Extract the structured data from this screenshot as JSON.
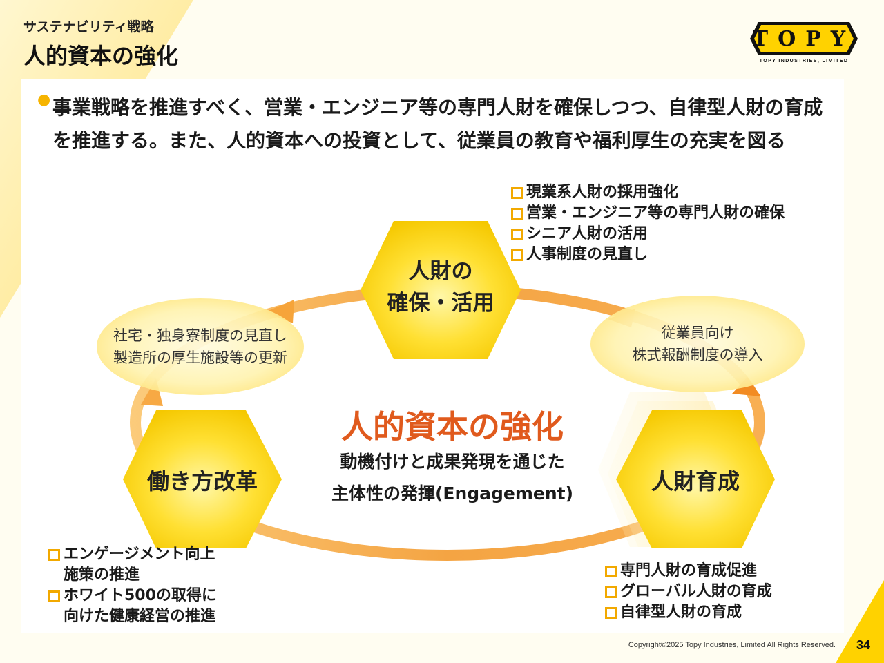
{
  "header": {
    "category": "サステナビリティ戦略",
    "title": "人的資本の強化"
  },
  "logo": {
    "wordmark": "TOPY",
    "tagline": "TOPY INDUSTRIES, LIMITED"
  },
  "intro": {
    "text": "事業戦略を推進すべく、営業・エンジニア等の専門人財を確保しつつ、自律型人財の育成を推進する。また、人的資本への投資として、従業員の教育や福利厚生の充実を図る"
  },
  "center": {
    "title": "人的資本の強化",
    "subtitle_line1": "動機付けと成果発現を通じた",
    "subtitle_line2": "主体性の発揮(Engagement)"
  },
  "hexagons": {
    "top_line1": "人財の",
    "top_line2": "確保・活用",
    "right": "人財育成",
    "left": "働き方改革"
  },
  "ovals": {
    "left_line1": "社宅・独身寮制度の見直し",
    "left_line2": "製造所の厚生施設等の更新",
    "right_line1": "従業員向け",
    "right_line2": "株式報酬制度の導入"
  },
  "lists": {
    "top": [
      "現業系人財の採用強化",
      "営業・エンジニア等の専門人財の確保",
      "シニア人財の活用",
      "人事制度の見直し"
    ],
    "bottom_left": [
      {
        "line1": "エンゲージメント向上",
        "line2": "施策の推進"
      },
      {
        "line1": "ホワイト500の取得に",
        "line2": "向けた健康経営の推進"
      }
    ],
    "bottom_right": [
      "専門人財の育成促進",
      "グローバル人財の育成",
      "自律型人財の育成"
    ]
  },
  "footer": {
    "copyright": "Copyright©2025 Topy Industries, Limited All Rights Reserved.",
    "page_number": "34"
  },
  "colors": {
    "accent_yellow": "#ffd200",
    "hex_yellow": "#f9d000",
    "arrow_orange": "#f39a2e",
    "title_orange": "#e05a1d",
    "checkbox": "#f2a900"
  }
}
